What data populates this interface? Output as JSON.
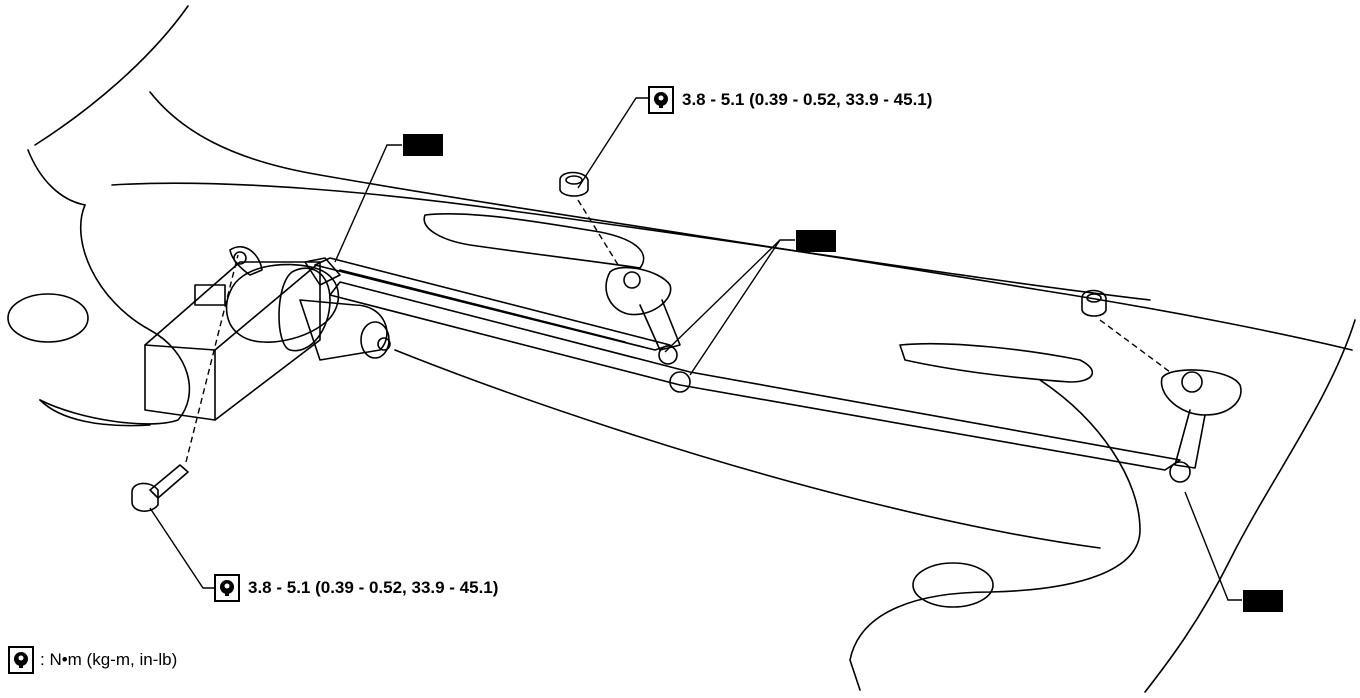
{
  "torque_specs": {
    "top": "3.8 - 5.1 (0.39 - 0.52, 33.9 - 45.1)",
    "bottom": "3.8 - 5.1 (0.39 - 0.52, 33.9 - 45.1)"
  },
  "legend": {
    "symbol": "torque-wrench-icon",
    "text": ": N•m (kg-m, in-lb)"
  },
  "grease_symbols": [
    "grease-icon",
    "grease-icon",
    "grease-icon"
  ]
}
